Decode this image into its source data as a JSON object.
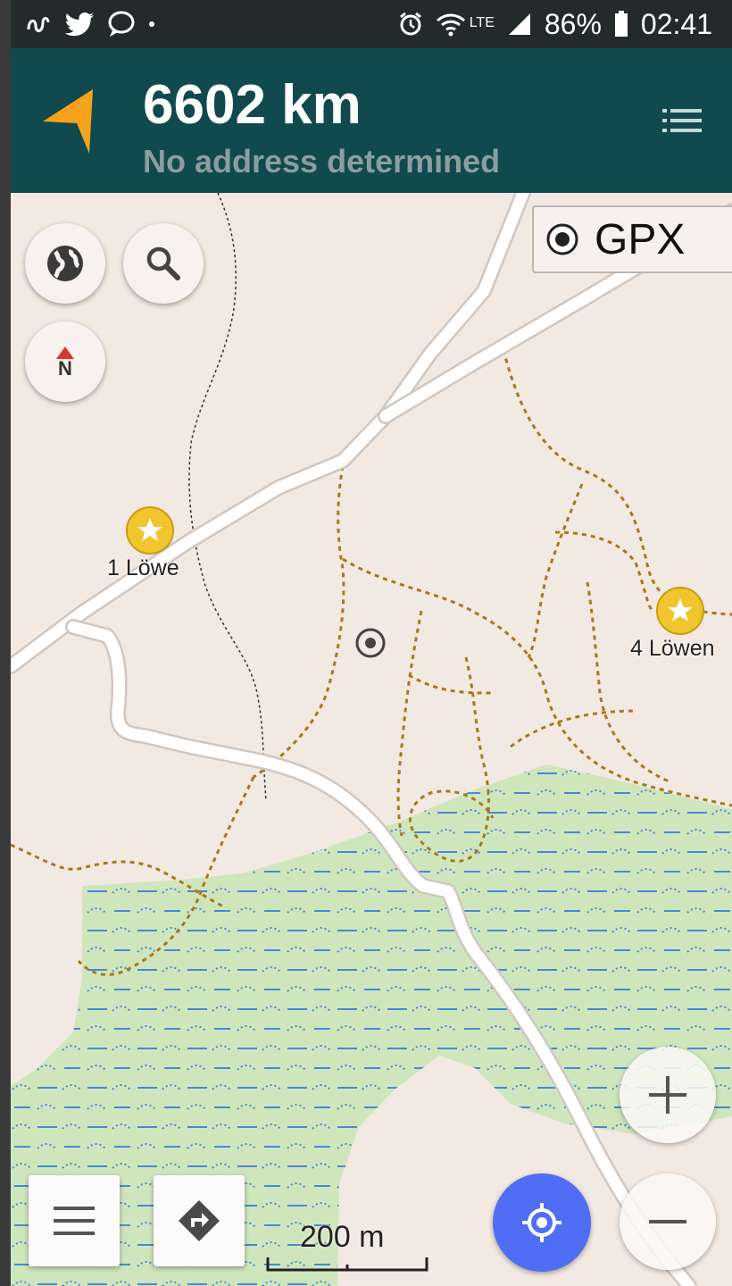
{
  "status_bar": {
    "battery_percent": "86%",
    "time": "02:41",
    "network_label": "LTE",
    "icons": [
      "link-icon",
      "twitter-icon",
      "chat-icon",
      "alarm-icon",
      "wifi-icon",
      "signal-icon",
      "battery-icon"
    ]
  },
  "navigation": {
    "distance": "6602 km",
    "address": "No address determined",
    "arrow_color": "#f7a21b"
  },
  "layers": {
    "gpx_label": "GPX"
  },
  "map": {
    "pois": [
      {
        "label": "1 Löwe"
      },
      {
        "label": "4 Löwen"
      }
    ],
    "scale_label": "200 m",
    "colors": {
      "land": "#f2e9e2",
      "wetland": "#cfe6bd",
      "road": "#ffffff",
      "path": "#a9781c",
      "poi": "#f0c52e",
      "locate": "#4f6ef5"
    }
  },
  "controls": {
    "buttons": [
      "globe-icon",
      "search-icon",
      "compass-icon",
      "menu-icon",
      "directions-icon",
      "zoom-in-icon",
      "my-location-icon",
      "zoom-out-icon"
    ],
    "compass_letter": "N"
  }
}
